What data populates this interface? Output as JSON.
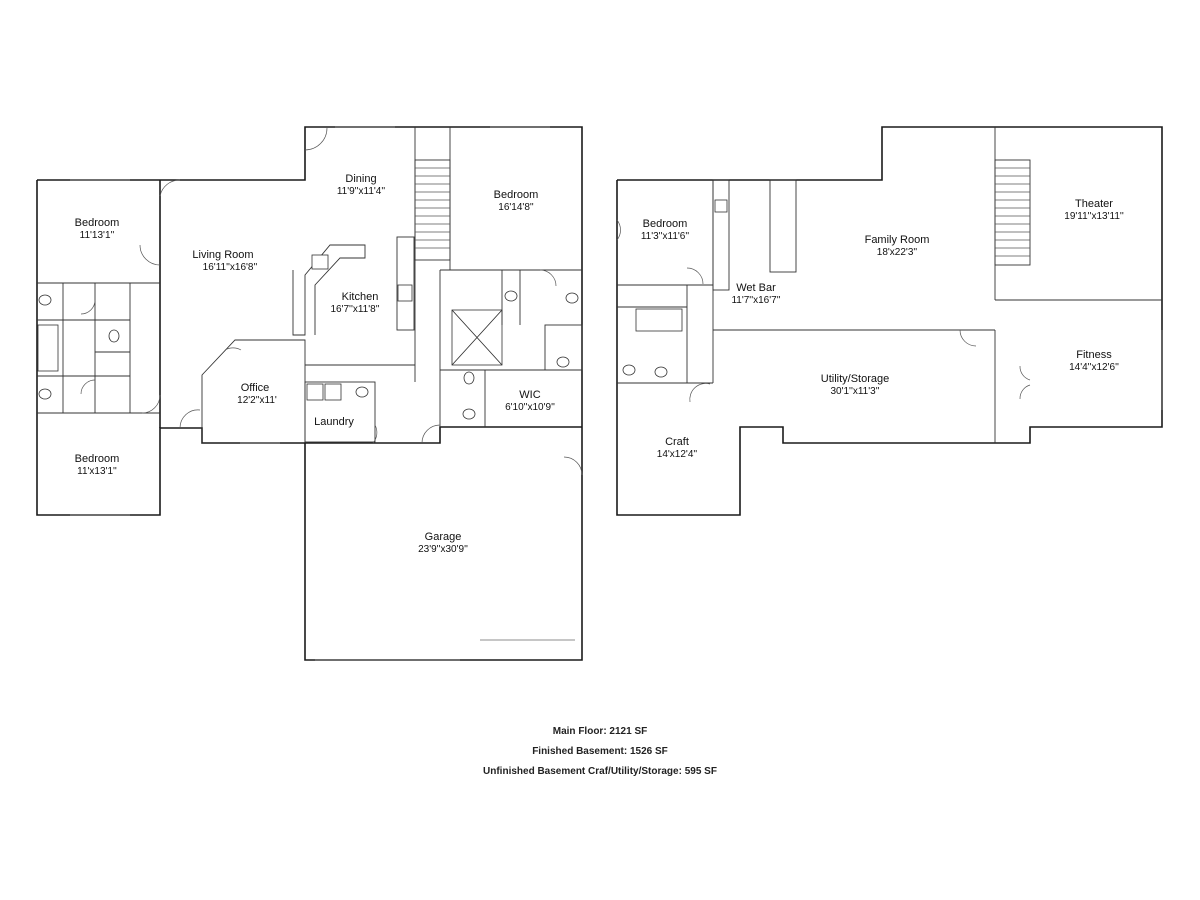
{
  "main_floor": {
    "rooms": [
      {
        "name": "Bedroom",
        "dim": "11'13'1''"
      },
      {
        "name": "Living Room",
        "dim": "16'11''x16'8''"
      },
      {
        "name": "Dining",
        "dim": "11'9''x11'4''"
      },
      {
        "name": "Bedroom",
        "dim": "16'14'8''"
      },
      {
        "name": "Kitchen",
        "dim": "16'7''x11'8''"
      },
      {
        "name": "Office",
        "dim": "12'2''x11'"
      },
      {
        "name": "Laundry",
        "dim": ""
      },
      {
        "name": "WIC",
        "dim": "6'10''x10'9''"
      },
      {
        "name": "Bedroom",
        "dim": "11'x13'1''"
      },
      {
        "name": "Garage",
        "dim": "23'9''x30'9''"
      }
    ]
  },
  "basement": {
    "rooms": [
      {
        "name": "Bedroom",
        "dim": "11'3''x11'6''"
      },
      {
        "name": "Wet Bar",
        "dim": "11'7''x16'7''"
      },
      {
        "name": "Family Room",
        "dim": "18'x22'3''"
      },
      {
        "name": "Theater",
        "dim": "19'11''x13'11''"
      },
      {
        "name": "Utility/Storage",
        "dim": "30'1''x11'3''"
      },
      {
        "name": "Fitness",
        "dim": "14'4''x12'6''"
      },
      {
        "name": "Craft",
        "dim": "14'x12'4''"
      }
    ]
  },
  "summary": {
    "main_floor": "Main Floor: 2121 SF",
    "finished_basement": "Finished Basement: 1526 SF",
    "unfinished_basement": "Unfinished Basement Craf/Utility/Storage: 595 SF"
  }
}
